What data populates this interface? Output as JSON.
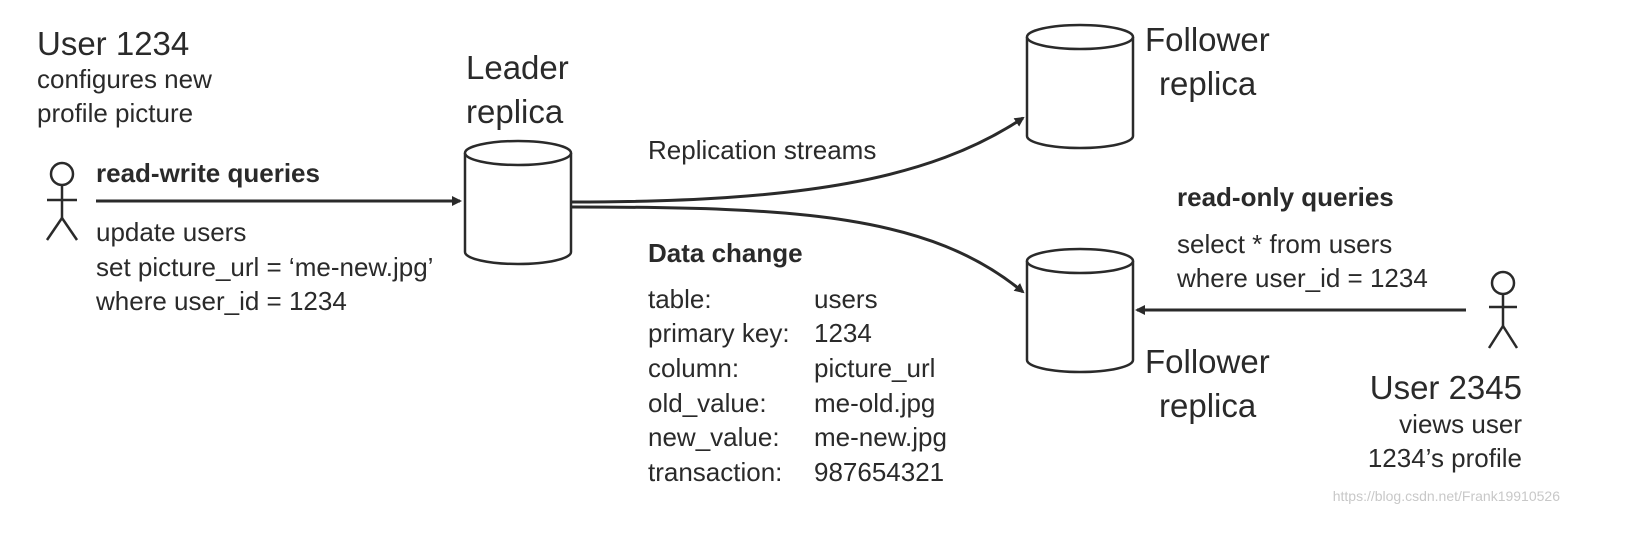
{
  "user1": {
    "name": "User 1234",
    "desc_line1": "configures new",
    "desc_line2": "profile picture"
  },
  "leader": {
    "line1": "Leader",
    "line2": "replica"
  },
  "follower_top": {
    "line1": "Follower",
    "line2": "replica"
  },
  "follower_bottom": {
    "line1": "Follower",
    "line2": "replica"
  },
  "read_write": {
    "heading": "read-write queries",
    "query_line1": "update users",
    "query_line2": "set picture_url = ‘me-new.jpg’",
    "query_line3": "where user_id = 1234"
  },
  "replication_label": "Replication streams",
  "data_change": {
    "heading": "Data change",
    "rows": [
      {
        "key": "table:",
        "value": "users"
      },
      {
        "key": "primary key:",
        "value": "1234"
      },
      {
        "key": "column:",
        "value": "picture_url"
      },
      {
        "key": "old_value:",
        "value": "me-old.jpg"
      },
      {
        "key": "new_value:",
        "value": "me-new.jpg"
      },
      {
        "key": "transaction:",
        "value": "987654321"
      }
    ]
  },
  "read_only": {
    "heading": "read-only queries",
    "query_line1": "select * from users",
    "query_line2": "where user_id = 1234"
  },
  "user2": {
    "name": "User 2345",
    "desc_line1": "views user",
    "desc_line2": "1234’s profile"
  },
  "watermark": "https://blog.csdn.net/Frank19910526",
  "colors": {
    "ink": "#2a2a2a",
    "watermark": "#c8c8c8"
  }
}
